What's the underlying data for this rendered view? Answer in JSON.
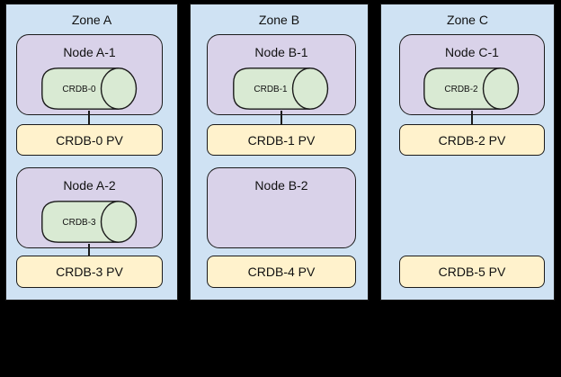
{
  "diagram": {
    "background": "#000000",
    "colors": {
      "page_bg": "#000000",
      "zone_fill": "#cfe2f3",
      "node_fill": "#d9d2e9",
      "pod_fill": "#d9ead3",
      "pv_fill": "#fff2cc",
      "border": "#1b1b1b",
      "text": "#111111"
    },
    "zones": [
      {
        "title": "Zone A",
        "nodes": [
          {
            "title": "Node A-1",
            "pod": "CRDB-0"
          },
          {
            "title": "Node A-2",
            "pod": "CRDB-3"
          }
        ],
        "pvs": [
          "CRDB-0 PV",
          "CRDB-3 PV"
        ]
      },
      {
        "title": "Zone B",
        "nodes": [
          {
            "title": "Node B-1",
            "pod": "CRDB-1"
          },
          {
            "title": "Node B-2"
          }
        ],
        "pvs": [
          "CRDB-1 PV",
          "CRDB-4 PV"
        ]
      },
      {
        "title": "Zone C",
        "nodes": [
          {
            "title": "Node C-1",
            "pod": "CRDB-2"
          }
        ],
        "pvs": [
          "CRDB-2 PV",
          "CRDB-5 PV"
        ]
      }
    ]
  }
}
